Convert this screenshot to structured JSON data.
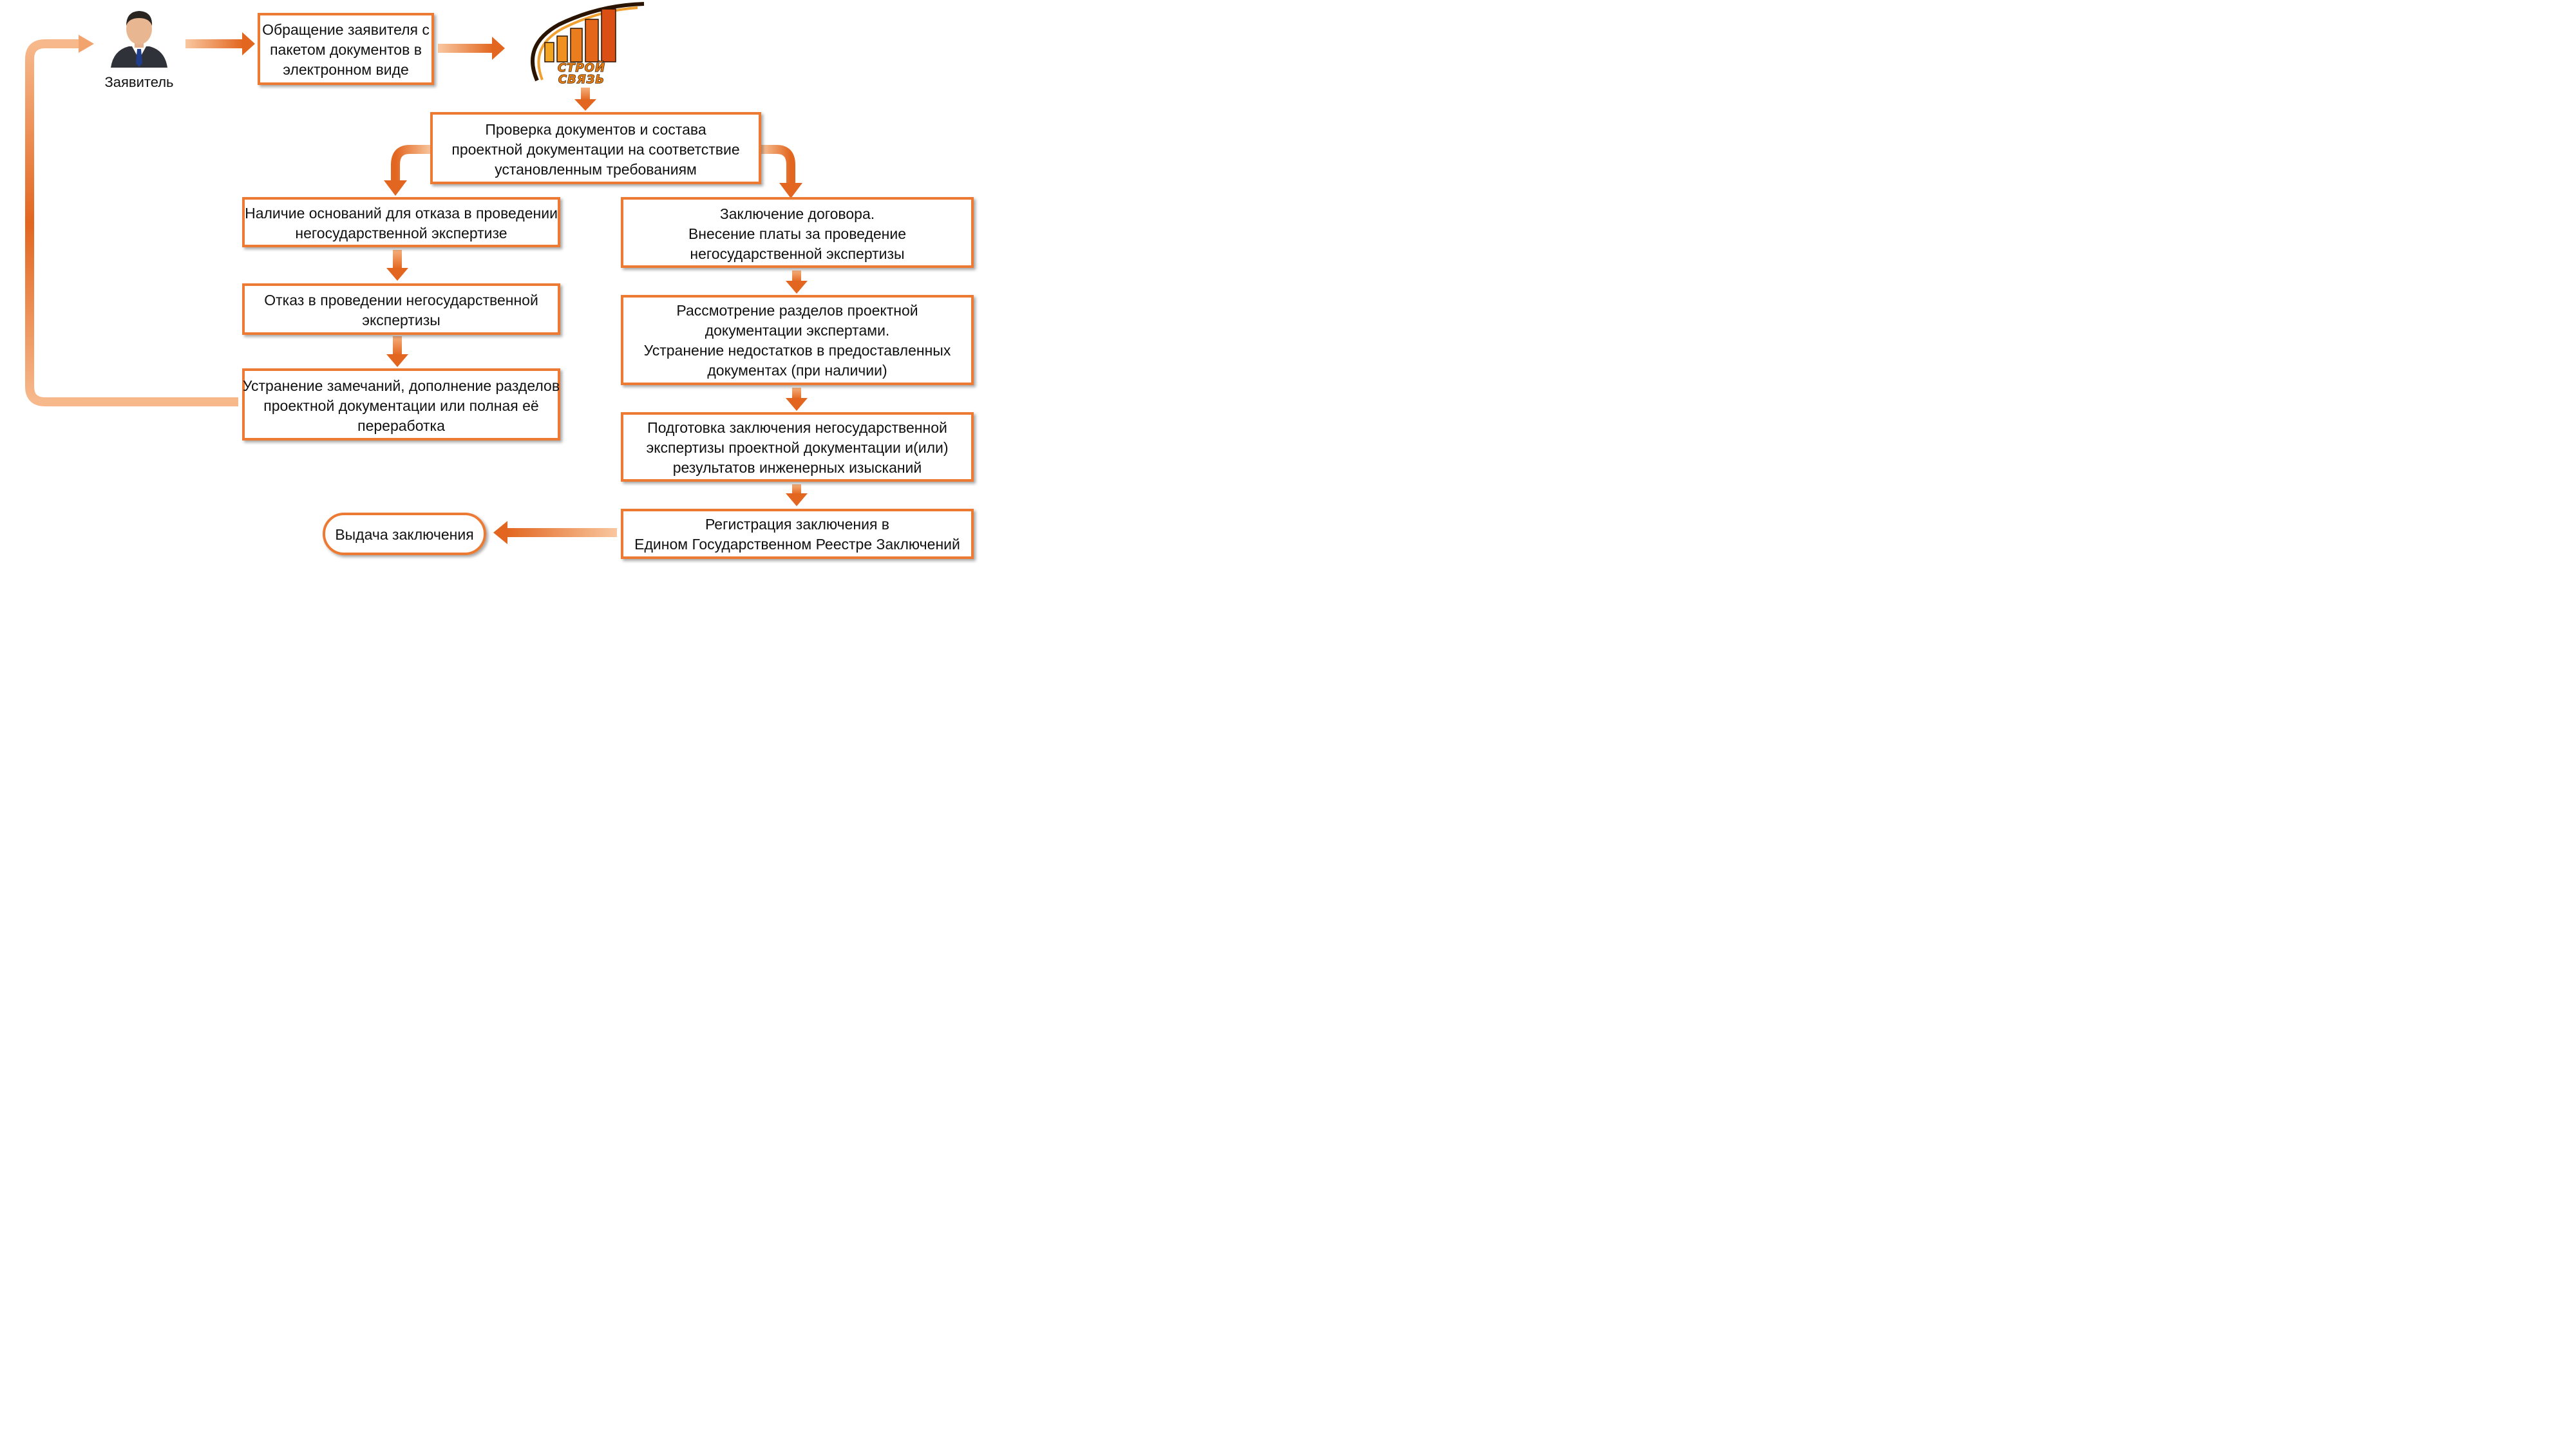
{
  "actor": {
    "label": "Заявитель",
    "icon": "user-person-icon"
  },
  "logo": {
    "line1": "СТРОЙ",
    "line2": "СВЯЗЬ"
  },
  "colors": {
    "box_border": "#ec7a33",
    "arrow_light": "#f7b98c",
    "arrow_dark": "#e2661f",
    "logo_orange": "#e07a14",
    "logo_dark": "#2a1400"
  },
  "steps": {
    "application": {
      "lines": [
        "Обращение заявителя с",
        "пакетом документов в",
        "электронном виде"
      ]
    },
    "check": {
      "lines": [
        "Проверка документов и состава",
        "проектной документации на соответствие",
        "установленным требованиям"
      ]
    },
    "grounds": {
      "lines": [
        "Наличие оснований для отказа в проведении",
        "негосударственной экспертизе"
      ]
    },
    "refusal": {
      "lines": [
        "Отказ в проведении негосударственной",
        "экспертизы"
      ]
    },
    "fix": {
      "lines": [
        "Устранение замечаний, дополнение разделов",
        "проектной документации или полная её",
        "переработка"
      ]
    },
    "contract": {
      "lines": [
        "Заключение договора.",
        "Внесение платы за проведение",
        "негосударственной экспертизы"
      ]
    },
    "review": {
      "lines": [
        "Рассмотрение разделов проектной",
        "документации экспертами.",
        "Устранение недостатков в предоставленных",
        "документах (при наличии)"
      ]
    },
    "prepare": {
      "lines": [
        "Подготовка заключения негосударственной",
        "экспертизы проектной документации и(или)",
        "результатов инженерных изысканий"
      ]
    },
    "register": {
      "lines": [
        "Регистрация заключения в",
        "Едином Государственном Реестре Заключений"
      ]
    }
  },
  "terminal": {
    "label": "Выдача заключения"
  }
}
